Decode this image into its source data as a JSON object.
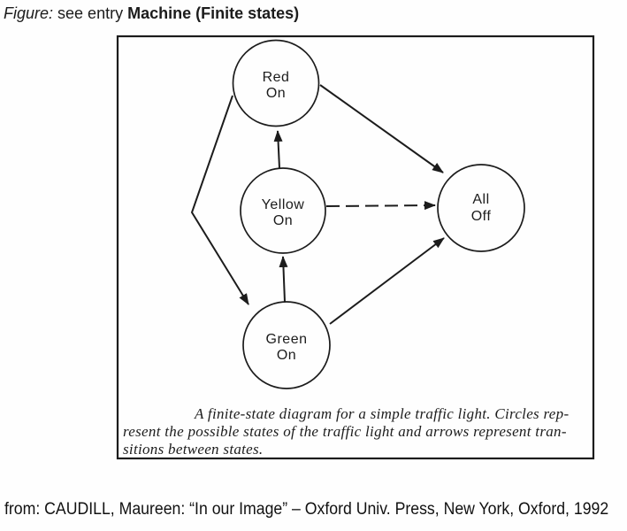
{
  "header": {
    "figure_label": "Figure:",
    "see_entry": " see entry ",
    "entry_name": "Machine (Finite states)"
  },
  "diagram": {
    "nodes": [
      {
        "id": "red-on",
        "line1": "Red",
        "line2": "On"
      },
      {
        "id": "yellow-on",
        "line1": "Yellow",
        "line2": "On"
      },
      {
        "id": "green-on",
        "line1": "Green",
        "line2": "On"
      },
      {
        "id": "all-off",
        "line1": "All",
        "line2": "Off"
      }
    ],
    "transitions": [
      {
        "from": "Red On",
        "to": "Green On",
        "style": "solid-bent"
      },
      {
        "from": "Yellow On",
        "to": "Red On",
        "style": "solid"
      },
      {
        "from": "Green On",
        "to": "Yellow On",
        "style": "solid"
      },
      {
        "from": "Red On",
        "to": "All Off",
        "style": "solid"
      },
      {
        "from": "Yellow On",
        "to": "All Off",
        "style": "dashed"
      },
      {
        "from": "Green On",
        "to": "All Off",
        "style": "solid"
      }
    ],
    "caption": {
      "line1": "A finite-state diagram for a simple traffic light. Circles rep-",
      "line2": "resent the possible states of the traffic light and arrows represent tran-",
      "line3": "sitions between states."
    }
  },
  "attribution": {
    "text": "from: CAUDILL, Maureen: “In our Image” – Oxford Univ. Press, New York, Oxford, 1992"
  },
  "colors": {
    "ink": "#1c1c1c",
    "paper": "#fefefe"
  }
}
